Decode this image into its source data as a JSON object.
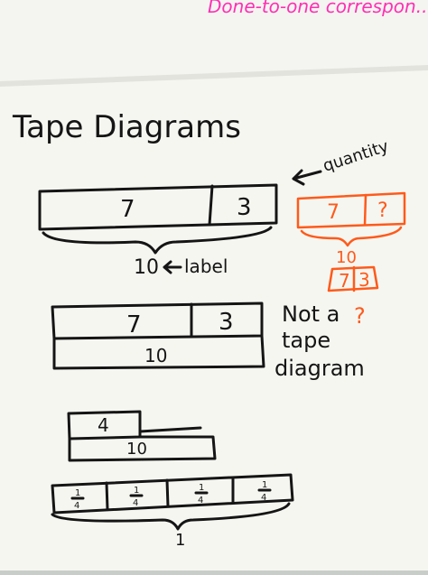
{
  "top_note": "Done-to-one correspon...",
  "chart": {
    "title": "Tape Diagrams",
    "label_quantity": "quantity",
    "d1": {
      "a": "7",
      "b": "3",
      "total": "10",
      "total_note": "label"
    },
    "d2": {
      "a": "7",
      "b": "?",
      "total": "10"
    },
    "d3": {
      "a": "7",
      "b": "3",
      "note_line1": "Not a",
      "note_q": "?"
    },
    "d4": {
      "a": "7",
      "b": "3",
      "total": "10",
      "note_line2": "tape",
      "note_line3": "diagram"
    },
    "d5": {
      "a": "4",
      "total": "10"
    },
    "d6": {
      "frac_num": "1",
      "frac_den": "4",
      "total": "1"
    }
  },
  "colors": {
    "wall": "#c9cdc9",
    "poster": "#f6f6f1",
    "ink": "#151515",
    "orange": "#ff5a1a",
    "magenta": "#ff2fb3",
    "board_blue": "#2a5b8a"
  }
}
